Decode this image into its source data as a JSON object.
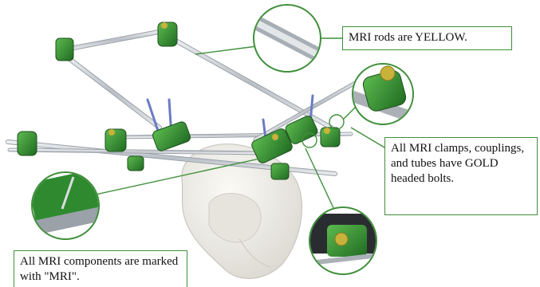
{
  "callouts": {
    "rods": "MRI rods are YELLOW.",
    "clamps": "All MRI clamps, couplings, and tubes have GOLD headed bolts.",
    "components": "All MRI components are marked with \"MRI\"."
  },
  "colors": {
    "leader": "#3f8f3a",
    "clamp": "#2f8a2f",
    "bolt": "#c9b23a",
    "rod": "#c8cdd3",
    "bone": "#efeee8"
  }
}
